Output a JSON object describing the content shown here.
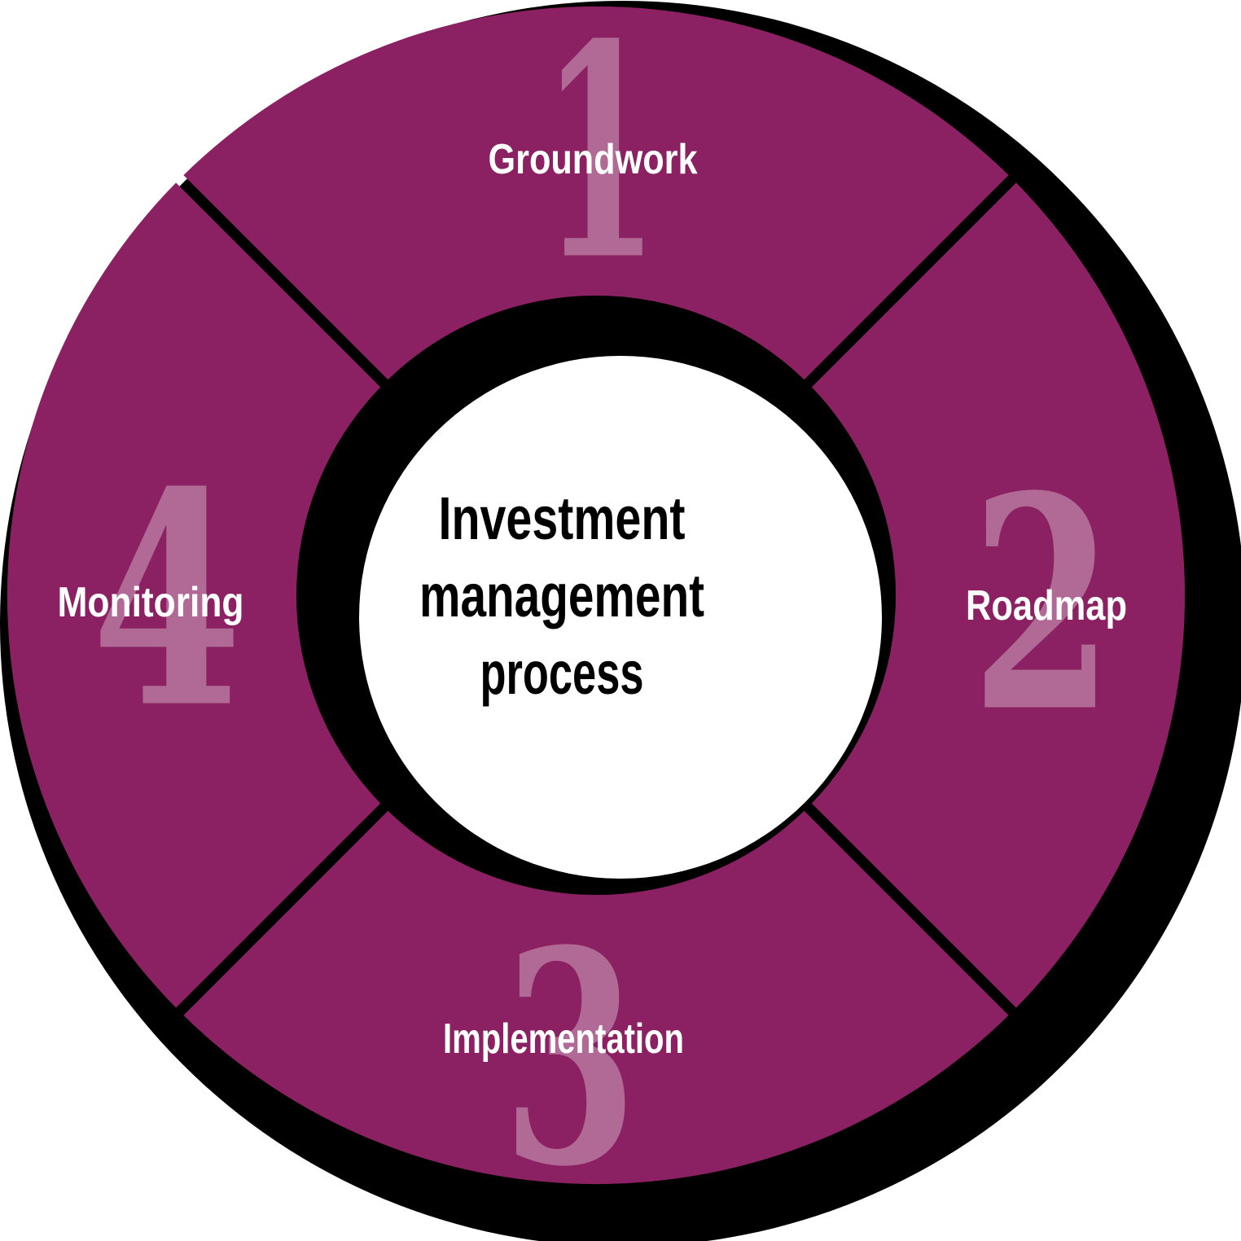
{
  "title": "Investment management process",
  "diagram": {
    "type": "cycle-donut",
    "center_text": {
      "line1": "Investment",
      "line2": "management",
      "line3": "process"
    },
    "steps": [
      {
        "number": "1",
        "label": "Groundwork"
      },
      {
        "number": "2",
        "label": "Roadmap"
      },
      {
        "number": "3",
        "label": "Implementation"
      },
      {
        "number": "4",
        "label": "Monitoring"
      }
    ]
  },
  "colors": {
    "ring": "#8B2162",
    "shadow": "#000000",
    "hub": "#FFFFFF",
    "number": "rgba(255,255,255,0.33)",
    "label": "#FFFFFF",
    "center_text": "#000000"
  }
}
